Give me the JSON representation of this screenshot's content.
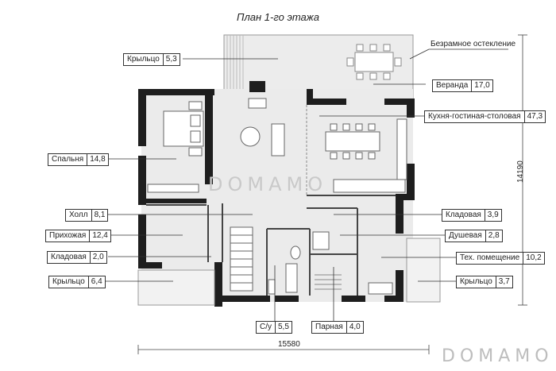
{
  "title": "План 1-го этажа",
  "watermark": "DOMAMO",
  "dimensions": {
    "width": "15580",
    "height": "14190"
  },
  "glazing_label": "Безрамное остекление",
  "rooms": {
    "porch_top": {
      "name": "Крыльцо",
      "area": "5,3"
    },
    "veranda": {
      "name": "Веранда",
      "area": "17,0"
    },
    "kitchen": {
      "name": "Кухня-гостиная-столовая",
      "area": "47,3"
    },
    "bedroom": {
      "name": "Спальня",
      "area": "14,8"
    },
    "hall": {
      "name": "Холл",
      "area": "8,1"
    },
    "entry": {
      "name": "Прихожая",
      "area": "12,4"
    },
    "storage_l": {
      "name": "Кладовая",
      "area": "2,0"
    },
    "porch_left": {
      "name": "Крыльцо",
      "area": "6,4"
    },
    "storage_r": {
      "name": "Кладовая",
      "area": "3,9"
    },
    "shower": {
      "name": "Душевая",
      "area": "2,8"
    },
    "tech": {
      "name": "Тех. помещение",
      "area": "10,2"
    },
    "porch_right": {
      "name": "Крыльцо",
      "area": "3,7"
    },
    "wc": {
      "name": "С/у",
      "area": "5,5"
    },
    "sauna": {
      "name": "Парная",
      "area": "4,0"
    }
  }
}
